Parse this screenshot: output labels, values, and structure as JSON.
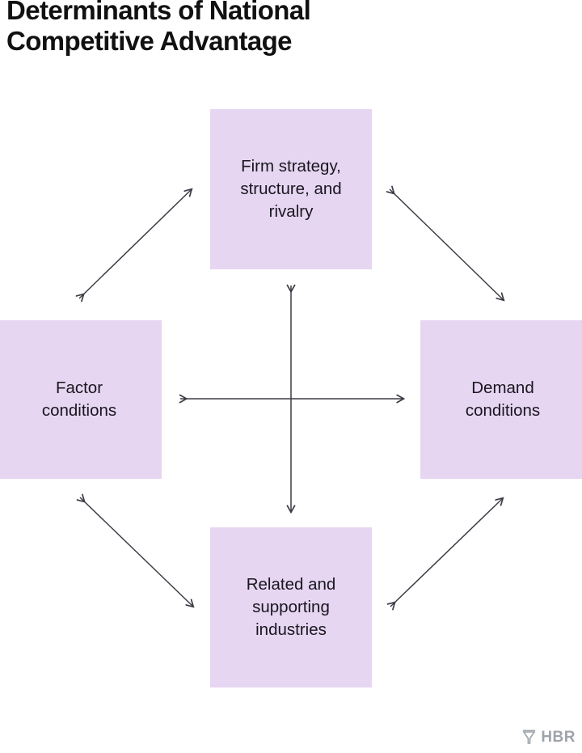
{
  "title": "Determinants of National\nCompetitive Advantage",
  "colors": {
    "box_fill": "#E6D6F2",
    "box_text": "#19161F",
    "title_text": "#111111",
    "arrow_stroke": "#3C3C46",
    "background": "#FFFFFF",
    "logo_gray": "#9FA4AB"
  },
  "diagram": {
    "type": "diamond-model",
    "nodes": [
      {
        "id": "firm-strategy",
        "label": "Firm strategy,\nstructure, and\nrivalry",
        "position": "top"
      },
      {
        "id": "factor-conditions",
        "label": "Factor\nconditions",
        "position": "left"
      },
      {
        "id": "demand-conditions",
        "label": "Demand\nconditions",
        "position": "right"
      },
      {
        "id": "related-industries",
        "label": "Related and\nsupporting\nindustries",
        "position": "bottom"
      }
    ],
    "connectors": [
      {
        "id": "factor-to-firm",
        "from": "factor-conditions",
        "to": "firm-strategy",
        "style": "double-headed-arrow"
      },
      {
        "id": "firm-to-demand",
        "from": "firm-strategy",
        "to": "demand-conditions",
        "style": "double-headed-arrow"
      },
      {
        "id": "factor-to-related",
        "from": "factor-conditions",
        "to": "related-industries",
        "style": "double-headed-arrow"
      },
      {
        "id": "related-to-demand",
        "from": "related-industries",
        "to": "demand-conditions",
        "style": "double-headed-arrow"
      },
      {
        "id": "vertical-center",
        "from": "firm-strategy",
        "to": "related-industries",
        "style": "double-headed-arrow"
      },
      {
        "id": "horizontal-center",
        "from": "factor-conditions",
        "to": "demand-conditions",
        "style": "double-headed-arrow"
      }
    ]
  },
  "logo": {
    "mark": "hbr-funnel-icon",
    "wordmark": "HBR"
  }
}
